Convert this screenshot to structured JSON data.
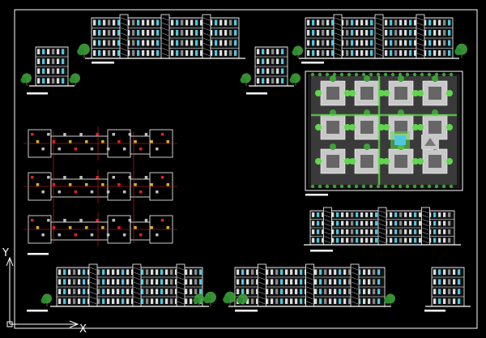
{
  "canvas": {
    "background": "#000000"
  },
  "colors": {
    "frame": "#ffffff",
    "wall": "#ffffff",
    "glass": "#4fc8e0",
    "grey": "#8a8a8a",
    "red": "#e02020",
    "tree": "#3fa03a",
    "green": "#5ed84a",
    "plaza": "#c8c8c8"
  },
  "ucs": {
    "x_label": "X",
    "y_label": "Y",
    "icon": "ucs-axis-icon"
  },
  "views": {
    "front_elevations": 2,
    "side_elevations": 2,
    "typical_floor_plans": 3,
    "site_plan": 1,
    "section": 1,
    "bottom_elevations": 2,
    "end_elevation": 1
  }
}
